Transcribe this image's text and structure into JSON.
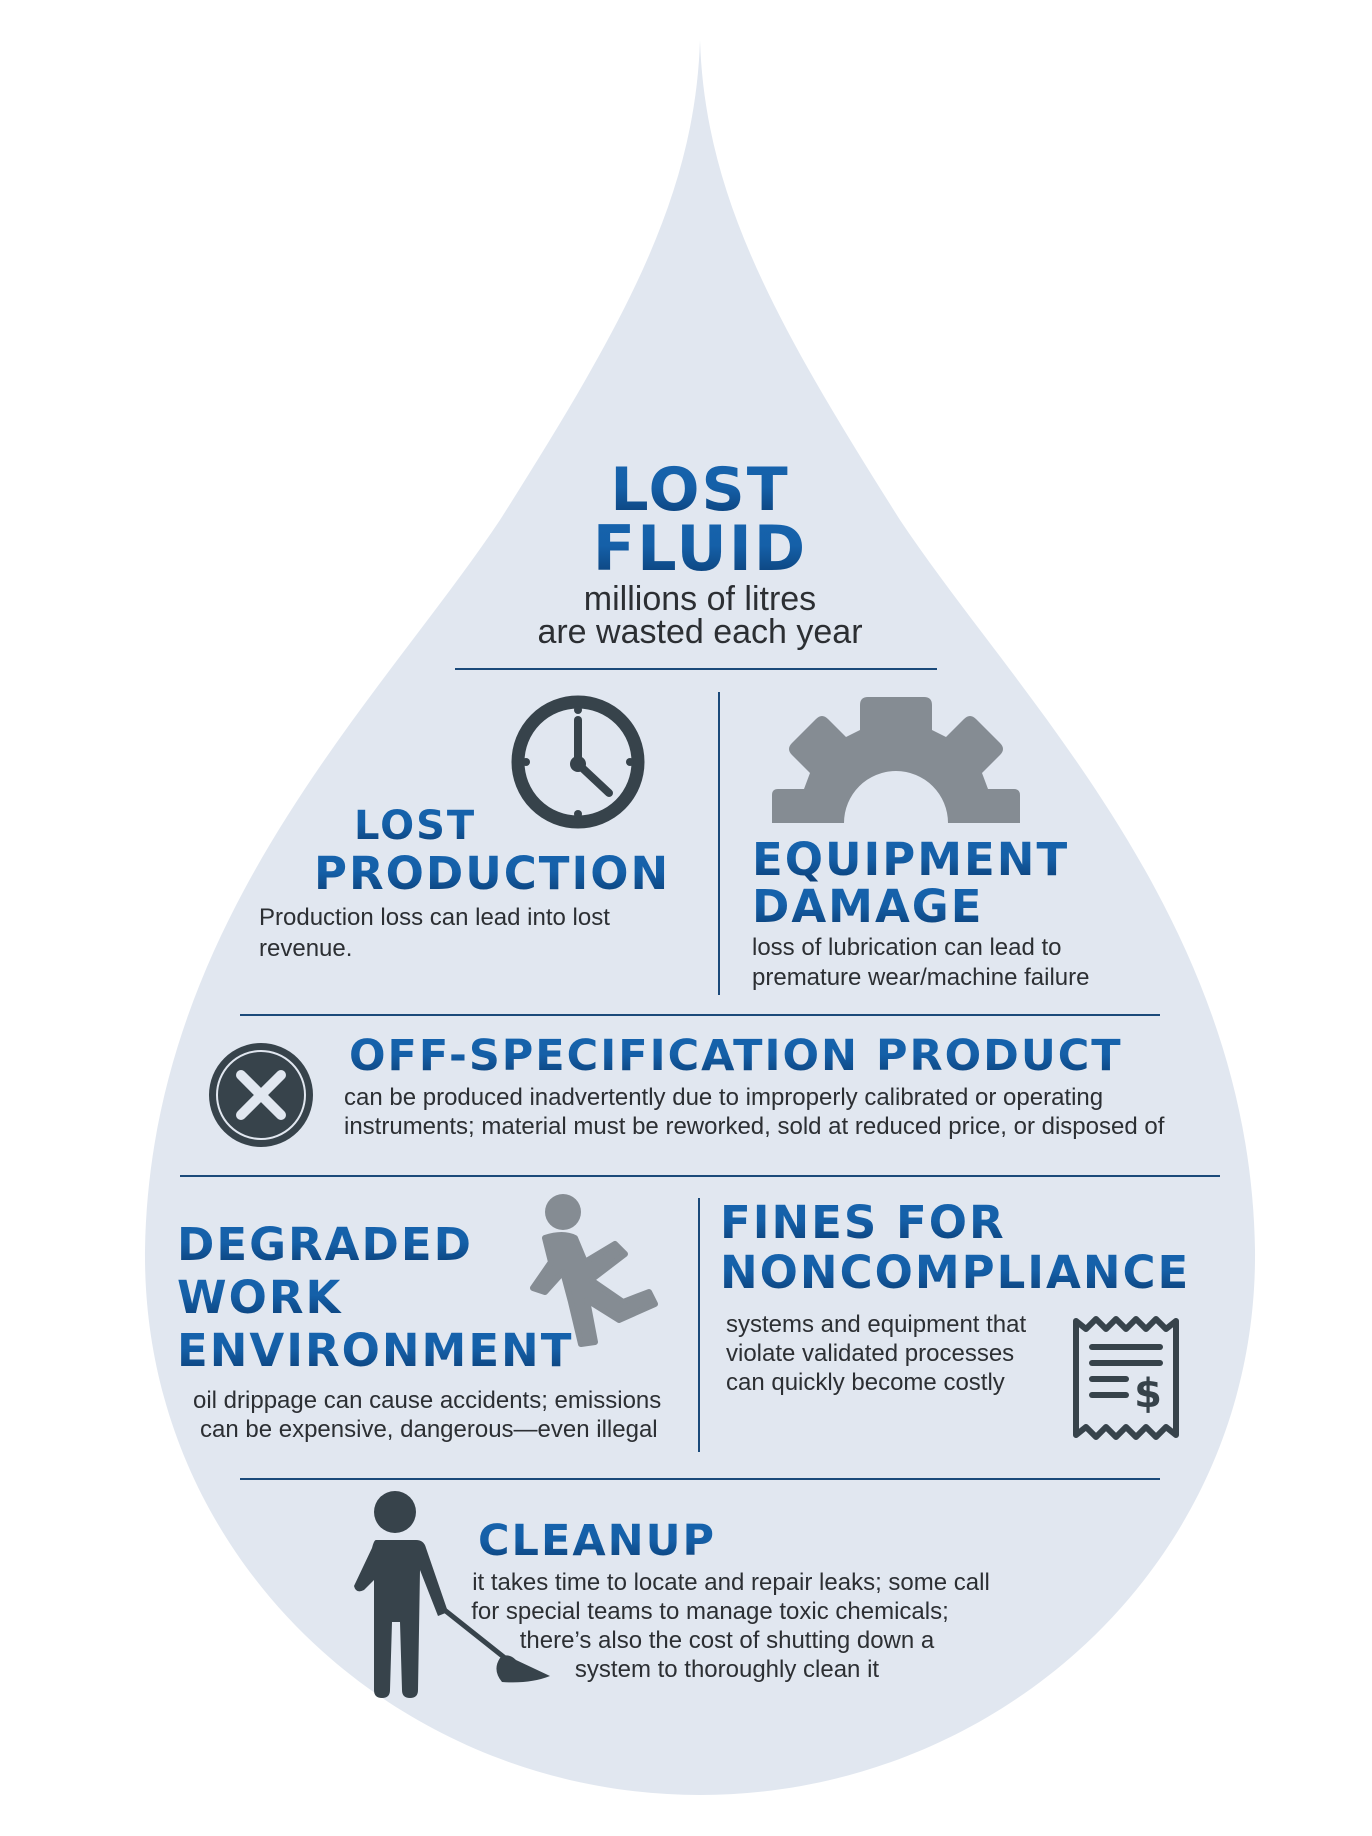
{
  "colors": {
    "drop_fill": "#e1e7f0",
    "title_blue_top": "#1663ad",
    "title_blue_bottom": "#0b3f77",
    "icon_dark": "#37434b",
    "icon_gray": "#858c93",
    "divider": "#1b4a7a",
    "body_text": "#2c2f33"
  },
  "header": {
    "title_line1": "LOST",
    "title_line2": "FLUID",
    "subtitle_line1": "millions of litres",
    "subtitle_line2": "are wasted each year"
  },
  "sections": {
    "lost_production": {
      "icon": "clock-icon",
      "title_line1": "LOST",
      "title_line2": "PRODUCTION",
      "body_line1": "Production loss can lead into lost",
      "body_line2": "revenue."
    },
    "equipment_damage": {
      "icon": "gear-icon",
      "title_line1": "EQUIPMENT",
      "title_line2": "DAMAGE",
      "body_line1": "loss of lubrication can lead to",
      "body_line2": "premature wear/machine failure"
    },
    "off_specification": {
      "icon": "x-circle-icon",
      "title": "OFF-SPECIFICATION PRODUCT",
      "body_line1": "can be produced inadvertently due to improperly calibrated or operating",
      "body_line2": "instruments; material must be reworked, sold at reduced price, or disposed of"
    },
    "degraded_work": {
      "icon": "slipping-person-icon",
      "title_line1": "DEGRADED",
      "title_line2": "WORK",
      "title_line3": "ENVIRONMENT",
      "body_line1": "oil drippage can cause accidents; emissions",
      "body_line2": "can be expensive, dangerous—even illegal"
    },
    "fines": {
      "icon": "receipt-dollar-icon",
      "title_line1": "FINES FOR",
      "title_line2": "NONCOMPLIANCE",
      "body_line1": "systems and equipment that",
      "body_line2": "violate validated processes",
      "body_line3": "can quickly become costly"
    },
    "cleanup": {
      "icon": "person-mopping-icon",
      "title": "CLEANUP",
      "body_line1": "it takes time to locate and repair leaks; some call",
      "body_line2": "for special teams to manage toxic chemicals;",
      "body_line3": "there’s also the cost of shutting down a",
      "body_line4": "system to thoroughly clean it"
    }
  }
}
